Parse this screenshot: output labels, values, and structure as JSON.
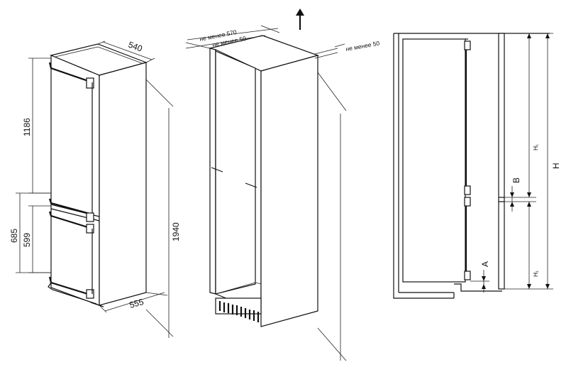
{
  "appliance": {
    "depth_top": "540",
    "depth_bottom": "555",
    "upper_height": "1186",
    "lower_height_outer": "685",
    "lower_height_inner": "599",
    "total_height": "1940"
  },
  "niche": {
    "min_depth": "не менее 570",
    "min_gap_top": "не менее 50",
    "min_gap_side": "не менее 50"
  },
  "side_section": {
    "total_label": "H",
    "upper_label": "H₁",
    "gap_label": "B",
    "lower_label": "H₁",
    "base_label": "A"
  }
}
